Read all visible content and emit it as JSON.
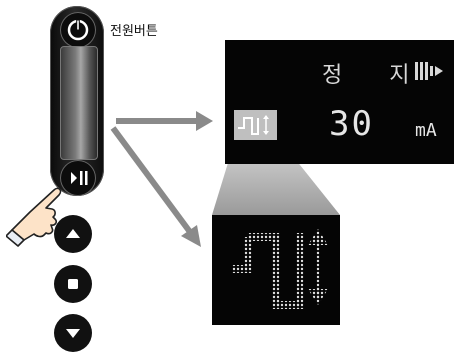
{
  "power_label": "전원버튼",
  "display": {
    "status_text": "정 지",
    "current_value": "30",
    "current_unit": "mA"
  },
  "icons": {
    "power": "power-icon",
    "play_pause": "play-pause-icon",
    "up": "arrow-up-icon",
    "stop": "stop-icon",
    "down": "arrow-down-icon",
    "hand": "pointing-hand-icon",
    "waveform": "pulse-waveform-icon",
    "bars": "intensity-bars-icon"
  }
}
